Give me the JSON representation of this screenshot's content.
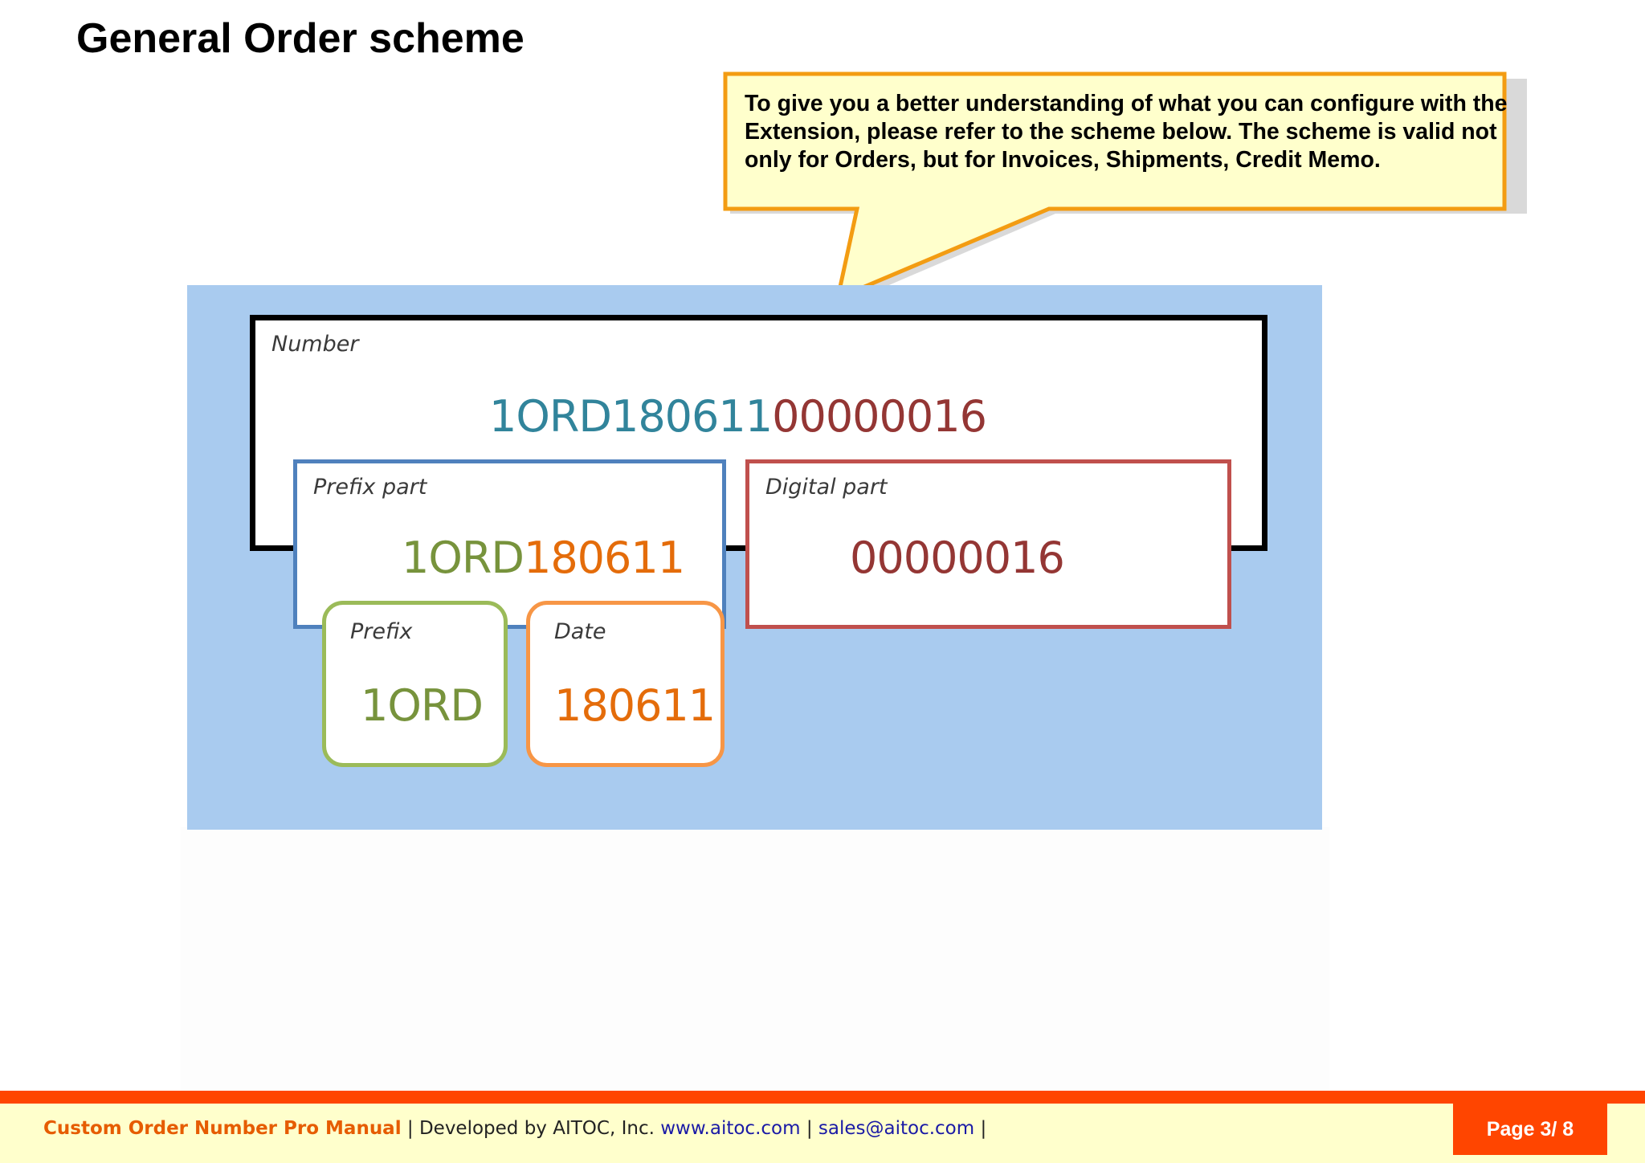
{
  "page": {
    "title": "General Order scheme"
  },
  "callout": {
    "text": "To give you a better understanding of what you can configure with the Extension, please refer to the scheme below. The scheme is valid not only for Orders, but for Invoices, Shipments, Credit Memo.",
    "border_color": "#f39c12",
    "fill_color": "#ffffcc"
  },
  "diagram": {
    "background_color": "#a9cbef",
    "number": {
      "label": "Number",
      "value_prefix": "1ORD180611",
      "value_digits": "00000016"
    },
    "prefix_part": {
      "label": "Prefix part",
      "value_prefix": "1ORD",
      "value_date": "180611",
      "border_color": "#4f81bd"
    },
    "digital_part": {
      "label": "Digital part",
      "value": "00000016",
      "border_color": "#c0504d"
    },
    "prefix": {
      "label": "Prefix",
      "value": "1ORD",
      "border_color": "#9bbb59"
    },
    "date": {
      "label": "Date",
      "value": "180611",
      "border_color": "#f79646"
    }
  },
  "footer": {
    "manual_title": "Custom Order Number Pro Manual",
    "sep1": " | Developed by AITOC, Inc. ",
    "website": "www.aitoc.com",
    "sep2": " | ",
    "email": "sales@aitoc.com",
    "sep3": " |",
    "page_label": "Page 3/ 8",
    "accent_color": "#ff4500"
  }
}
